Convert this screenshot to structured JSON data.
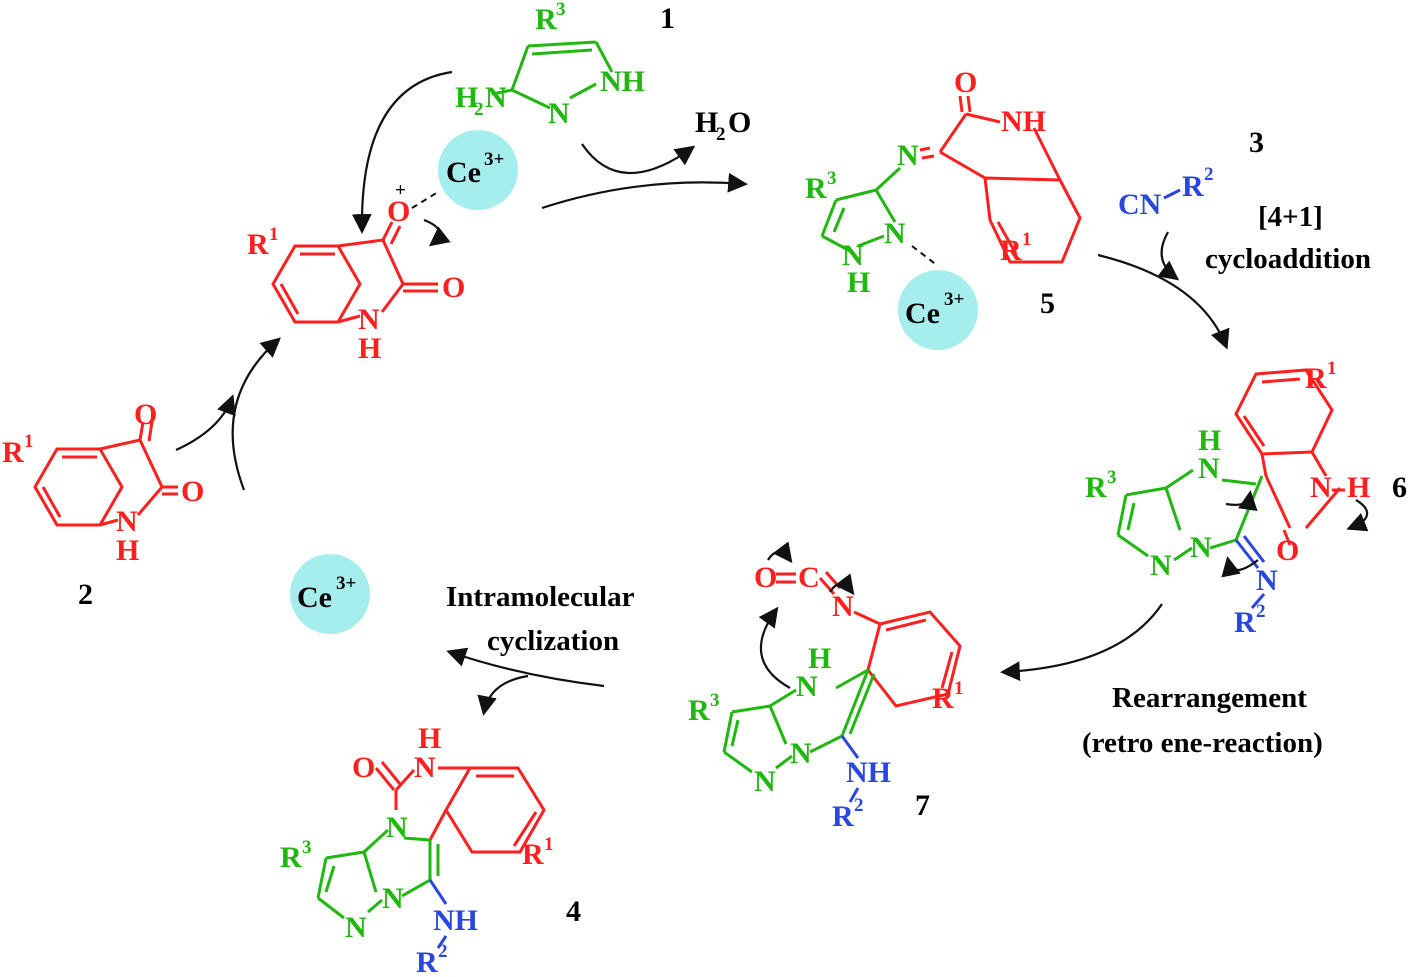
{
  "compound_numbers": {
    "c1": "1",
    "c2": "2",
    "c3": "3",
    "c4": "4",
    "c5": "5",
    "c6": "6",
    "c7": "7"
  },
  "catalyst": {
    "symbol": "Ce",
    "charge": "3+",
    "color": "#a6eeee"
  },
  "byproduct": {
    "h": "H",
    "sub": "2",
    "o": "O"
  },
  "steps": {
    "cycloaddition_line1": "[4+1]",
    "cycloaddition_line2": "cycloaddition",
    "rearrangement_line1": "Rearrangement",
    "rearrangement_line2": "(retro ene-reaction)",
    "cyclization_line1": "Intramolecular",
    "cyclization_line2": "cyclization"
  },
  "atoms": {
    "O": "O",
    "N": "N",
    "H": "H",
    "NH": "NH",
    "NH2_H": "H",
    "NH2_sub": "2",
    "NH2_N": "N",
    "C": "C",
    "CN": "CN",
    "R": "R",
    "sup1": "1",
    "sup2": "2",
    "sup3": "3",
    "plus": "+"
  },
  "colors": {
    "isatin": "#ff1f1f",
    "aminopyrazole": "#1fb80f",
    "isocyanide": "#2a46e0"
  }
}
